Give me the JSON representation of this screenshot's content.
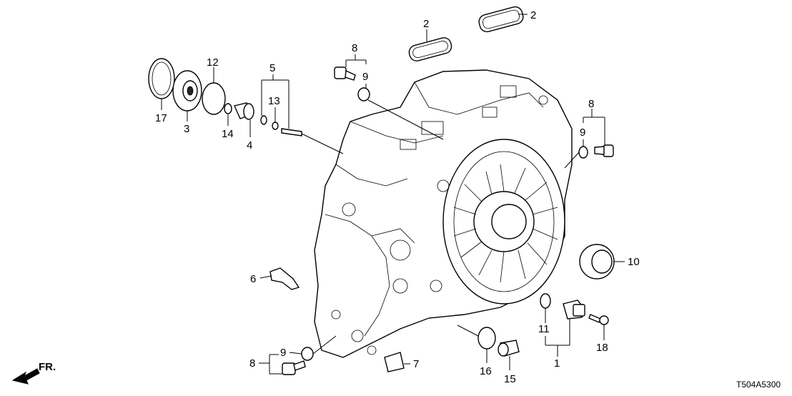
{
  "labels": {
    "p1": "1",
    "p2a": "2",
    "p2b": "2",
    "p3": "3",
    "p4": "4",
    "p5": "5",
    "p6": "6",
    "p7": "7",
    "p8a": "8",
    "p8b": "8",
    "p8c": "8",
    "p9a": "9",
    "p9b": "9",
    "p9c": "9",
    "p10": "10",
    "p11": "11",
    "p12": "12",
    "p13": "13",
    "p14": "14",
    "p15": "15",
    "p16": "16",
    "p17": "17",
    "p18": "18"
  },
  "direction": "FR.",
  "diagram_code": "T504A5300"
}
